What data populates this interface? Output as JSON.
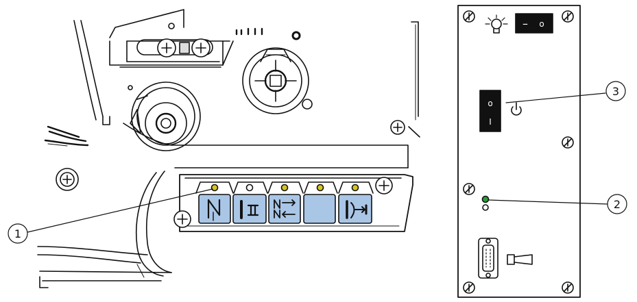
{
  "callouts": [
    {
      "id": "1",
      "label": "1"
    },
    {
      "id": "2",
      "label": "2"
    },
    {
      "id": "3",
      "label": "3"
    }
  ],
  "rocker_switch": {
    "off_symbol": "–",
    "on_symbol": "o"
  },
  "power_switch": {
    "top_symbol": "o",
    "bottom_symbol": "I"
  },
  "colors": {
    "line": "#111111",
    "button_fill": "#a9c6e6",
    "led_yellow": "#d6c520",
    "led_green": "#2c9c3a",
    "switch_black": "#111111"
  },
  "buttons": [
    {
      "icon": "needle-position-icon"
    },
    {
      "icon": "stitch-start-icon"
    },
    {
      "icon": "reverse-stitch-icon"
    },
    {
      "icon": "blank-key-icon"
    },
    {
      "icon": "thread-cutter-icon"
    }
  ]
}
